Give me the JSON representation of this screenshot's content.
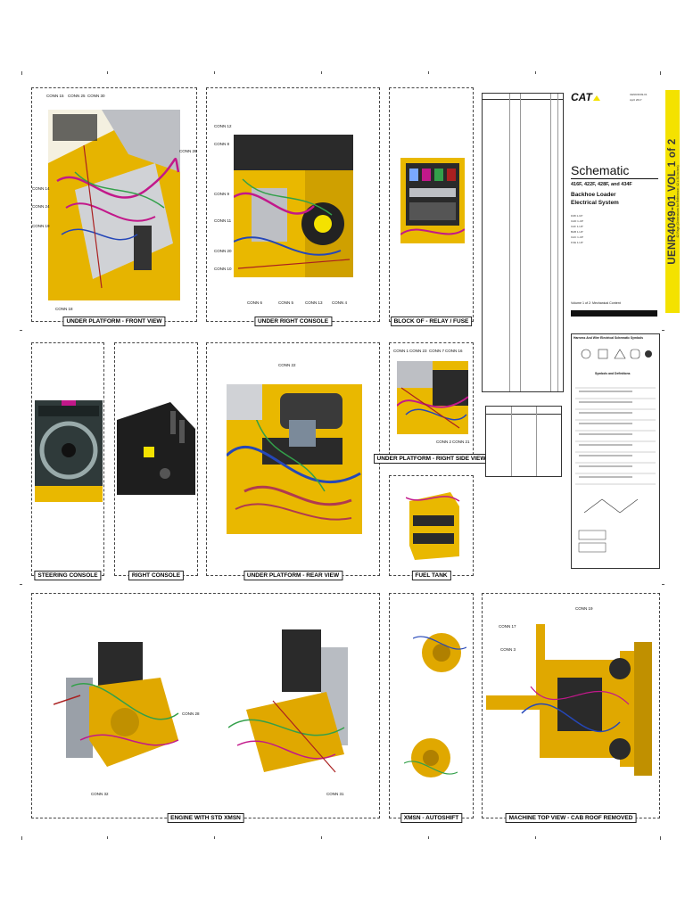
{
  "document": {
    "brand": "CAT",
    "doc_number": "UENR4049-01",
    "doc_date": "April 2017",
    "title": "Schematic",
    "models": "416F, 422F, 428F, and 434F",
    "subtitle_1": "Backhoe Loader",
    "subtitle_2": "Electrical System",
    "banner": "UENR4049-01 VOL 1 of 2",
    "banner_sub": "42 Page (Dimensions for Reference: 42 x 30 inches)",
    "volume": "Volume 1 of 2: Mechanical Content",
    "serial_prefixes": [
      "FAB 1-UP",
      "CAD 1-UP",
      "CAF 1-UP",
      "BAB 1-UP",
      "CAC 1-UP",
      "FCE 1-UP"
    ],
    "symbols_title": "Harness And Wire Electrical Schematic Symbols",
    "symbols_sub": "Symbols and Definitions"
  },
  "panels": [
    {
      "id": "front",
      "title": "UNDER PLATFORM - FRONT VIEW",
      "conn_labels": [
        "CONN 15",
        "CONN 25",
        "CONN 30",
        "CONN 26",
        "CONN 14",
        "CONN 24",
        "CONN 19",
        "CONN 18"
      ]
    },
    {
      "id": "rconsole",
      "title": "UNDER RIGHT CONSOLE",
      "conn_labels": [
        "CONN 12",
        "CONN 8",
        "CONN 9",
        "CONN 11",
        "CONN 20",
        "CONN 10",
        "CONN 6",
        "CONN 5",
        "CONN 13",
        "CONN 4"
      ]
    },
    {
      "id": "relay",
      "title": "BLOCK OF - RELAY / FUSE",
      "conn_labels": []
    },
    {
      "id": "steer",
      "title": "STEERING CONSOLE",
      "conn_labels": []
    },
    {
      "id": "right",
      "title": "RIGHT CONSOLE",
      "conn_labels": []
    },
    {
      "id": "rear",
      "title": "UNDER PLATFORM - REAR VIEW",
      "conn_labels": [
        "CONN 22"
      ]
    },
    {
      "id": "rside",
      "title": "UNDER PLATFORM - RIGHT SIDE VIEW",
      "conn_labels": [
        "CONN 1",
        "CONN 23",
        "CONN 7",
        "CONN 16",
        "CONN 2",
        "CONN 21"
      ]
    },
    {
      "id": "fuel",
      "title": "FUEL TANK",
      "conn_labels": []
    },
    {
      "id": "engine",
      "title": "ENGINE WITH STD XMSN",
      "conn_labels": [
        "CONN 28",
        "CONN 32",
        "CONN 31"
      ]
    },
    {
      "id": "xmsn",
      "title": "XMSN - AUTOSHIFT",
      "conn_labels": []
    },
    {
      "id": "top",
      "title": "MACHINE TOP VIEW - CAB ROOF REMOVED",
      "conn_labels": [
        "CONN 19",
        "CONN 17",
        "CONN 3"
      ]
    }
  ],
  "colors": {
    "cat_yellow": "#f4e200",
    "machine_yellow": "#e9b800",
    "wire_magenta": "#c2188a",
    "wire_green": "#33a04a",
    "wire_blue": "#2547b8",
    "dark": "#2a2a2a"
  }
}
